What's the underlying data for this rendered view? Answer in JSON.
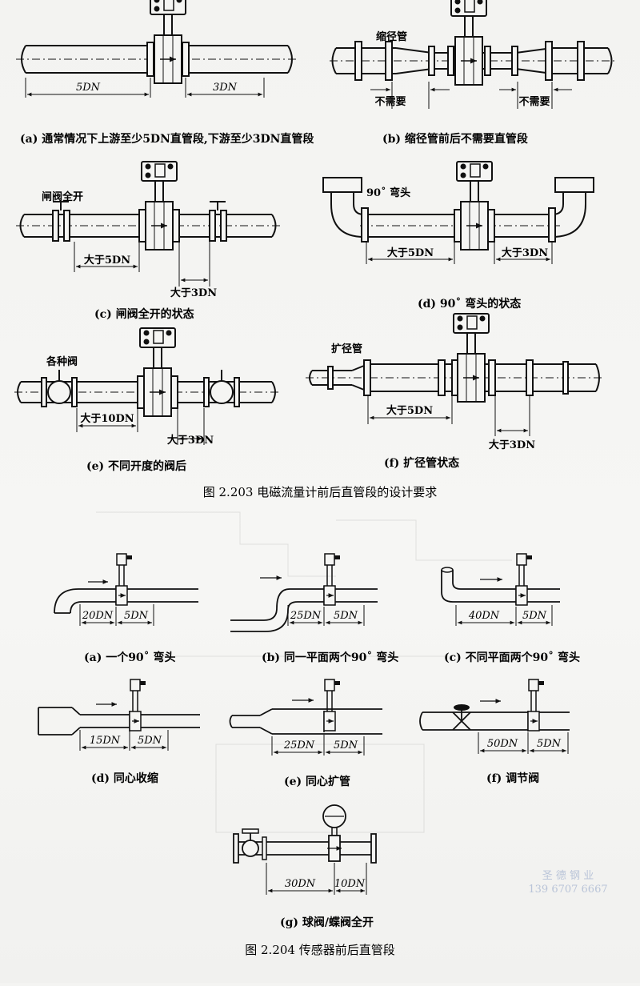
{
  "fig1": {
    "caption": "图 2.203   电磁流量计前后直管段的设计要求",
    "a": {
      "caption": "(a) 通常情况下上游至少5DN直管段,下游至少3DN直管段",
      "up": "5DN",
      "down": "3DN"
    },
    "b": {
      "caption": "(b) 缩径管前后不需要直管段",
      "label": "缩径管",
      "left": "不需要",
      "right": "不需要"
    },
    "c": {
      "caption": "(c) 闸阀全开的状态",
      "label": "闸阀全开",
      "up": "大于5DN",
      "down": "大于3DN"
    },
    "d": {
      "caption": "(d) 90˚ 弯头的状态",
      "label": "90˚ 弯头",
      "up": "大于5DN",
      "down": "大于3DN"
    },
    "e": {
      "caption": "(e) 不同开度的阀后",
      "label": "各种阀",
      "up": "大于10DN",
      "down": "大于3DN"
    },
    "f": {
      "caption": "(f) 扩径管状态",
      "label": "扩径管",
      "up": "大于5DN",
      "down": "大于3DN"
    }
  },
  "fig2": {
    "caption": "图 2.204   传感器前后直管段",
    "a": {
      "caption": "(a) 一个90˚ 弯头",
      "up": "20DN",
      "down": "5DN"
    },
    "b": {
      "caption": "(b) 同一平面两个90˚ 弯头",
      "up": "25DN",
      "down": "5DN"
    },
    "c": {
      "caption": "(c) 不同平面两个90˚ 弯头",
      "up": "40DN",
      "down": "5DN"
    },
    "d": {
      "caption": "(d) 同心收缩",
      "up": "15DN",
      "down": "5DN"
    },
    "e": {
      "caption": "(e) 同心扩管",
      "up": "25DN",
      "down": "5DN"
    },
    "f": {
      "caption": "(f) 调节阀",
      "up": "50DN",
      "down": "5DN"
    },
    "g": {
      "caption": "(g) 球阀/蝶阀全开",
      "up": "30DN",
      "down": "10DN"
    }
  },
  "watermark": {
    "line1": "圣 德 钢 业",
    "line2": "139 6707 6667"
  },
  "colors": {
    "ink": "#111111",
    "paper": "#f4f4f2",
    "watermark": "#b9c4d8"
  }
}
